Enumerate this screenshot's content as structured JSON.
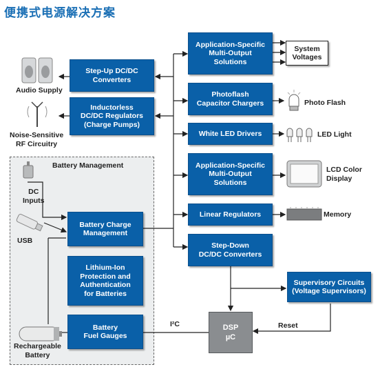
{
  "title": "便携式电源解决方案",
  "boxes": {
    "app_specific_1": "Application-Specific\nMulti-Output\nSolutions",
    "photoflash": "Photoflash\nCapacitor Chargers",
    "white_led": "White LED Drivers",
    "app_specific_2": "Application-Specific\nMulti-Output\nSolutions",
    "linear_reg": "Linear Regulators",
    "step_down": "Step-Down\nDC/DC Converters",
    "step_up": "Step-Up DC/DC\nConverters",
    "inductorless": "Inductorless\nDC/DC Regulators\n(Charge Pumps)",
    "battery_charge": "Battery Charge\nManagement",
    "lithium_ion": "Lithium-Ion\nProtection and\nAuthentication\nfor Batteries",
    "fuel_gauges": "Battery\nFuel Gauges",
    "supervisory": "Supervisory Circuits\n(Voltage Supervisors)",
    "system_voltages": "System\nVoltages",
    "dsp_line1": "DSP",
    "dsp_line2": "µC"
  },
  "labels": {
    "audio_supply": "Audio Supply",
    "noise_sensitive": "Noise-Sensitive\nRF Circuitry",
    "battery_management": "Battery Management",
    "dc_inputs": "DC\nInputs",
    "usb": "USB",
    "rechargeable_battery": "Rechargeable\nBattery",
    "photo_flash": "Photo Flash",
    "led_light": "LED Light",
    "lcd_display": "LCD Color\nDisplay",
    "memory": "Memory",
    "i2c": "I²C",
    "reset": "Reset"
  },
  "colors": {
    "box_blue": "#0a60a8",
    "title_blue": "#1a6fb5",
    "dsp_gray": "#8a8d90"
  }
}
